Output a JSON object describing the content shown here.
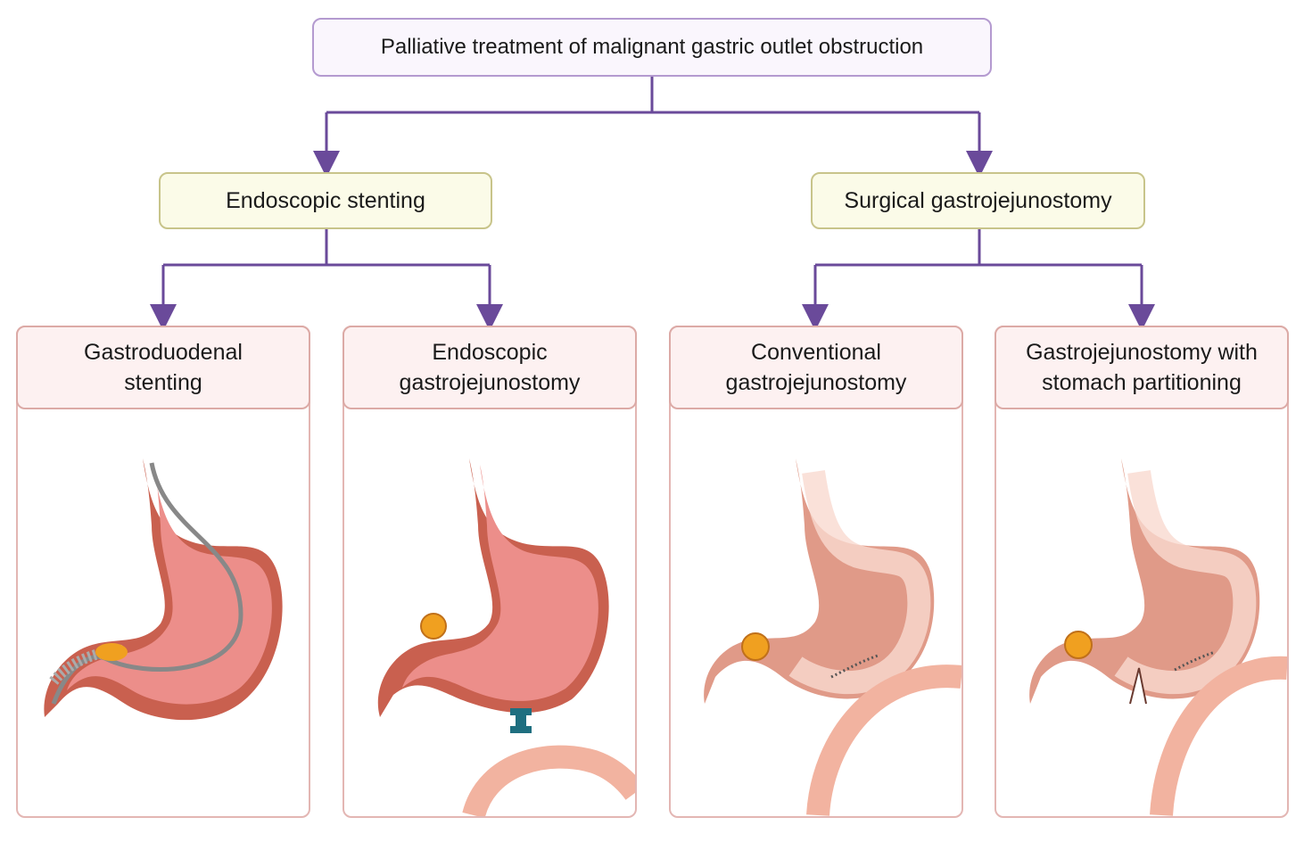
{
  "root": {
    "label": "Palliative treatment of malignant gastric outlet obstruction"
  },
  "branches": [
    {
      "label": "Endoscopic stenting",
      "children": [
        {
          "line1": "Gastroduodenal",
          "line2": "stenting"
        },
        {
          "line1": "Endoscopic",
          "line2": "gastrojejunostomy"
        }
      ]
    },
    {
      "label": "Surgical gastrojejunostomy",
      "children": [
        {
          "line1": "Conventional",
          "line2": "gastrojejunostomy"
        },
        {
          "line1": "Gastrojejunostomy with",
          "line2": "stomach partitioning"
        }
      ]
    }
  ],
  "colors": {
    "connector": "#6a4a9a",
    "stomach_outer": "#c9604f",
    "stomach_inner": "#ec8e8a",
    "stomach_surgical": "#f2b3a0",
    "tumor": "#f0a020",
    "stent": "#888888",
    "lams": "#1f6f80"
  }
}
